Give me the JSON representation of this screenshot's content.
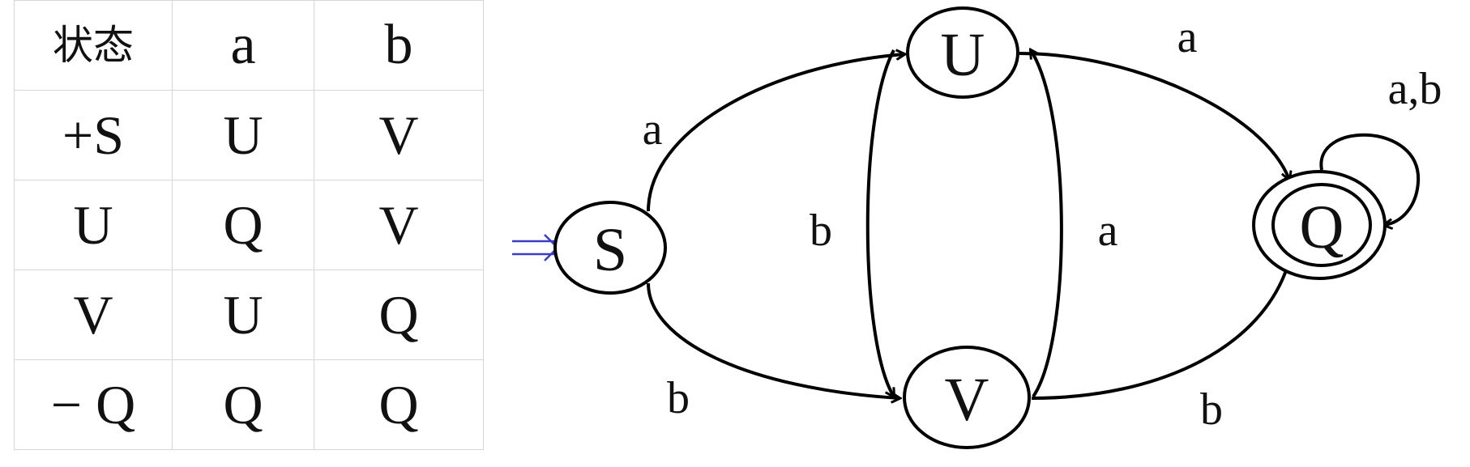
{
  "table": {
    "headers": [
      "状态",
      "a",
      "b"
    ],
    "rows": [
      [
        "+S",
        "U",
        "V"
      ],
      [
        "U",
        "Q",
        "V"
      ],
      [
        "V",
        "U",
        "Q"
      ],
      [
        "− Q",
        "Q",
        "Q"
      ]
    ]
  },
  "diagram": {
    "states": {
      "S": "S",
      "U": "U",
      "V": "V",
      "Q": "Q"
    },
    "start_state": "S",
    "final_state": "Q",
    "transitions": [
      {
        "from": "S",
        "to": "U",
        "label": "a"
      },
      {
        "from": "S",
        "to": "V",
        "label": "b"
      },
      {
        "from": "U",
        "to": "V",
        "label": "b"
      },
      {
        "from": "V",
        "to": "U",
        "label": "a"
      },
      {
        "from": "U",
        "to": "Q",
        "label": "a"
      },
      {
        "from": "V",
        "to": "Q",
        "label": "b"
      },
      {
        "from": "Q",
        "to": "Q",
        "label": "a,b"
      }
    ],
    "colors": {
      "stroke": "#000000",
      "start_arrow": "#3b3bc4",
      "grid": "#d6d6d6"
    }
  }
}
